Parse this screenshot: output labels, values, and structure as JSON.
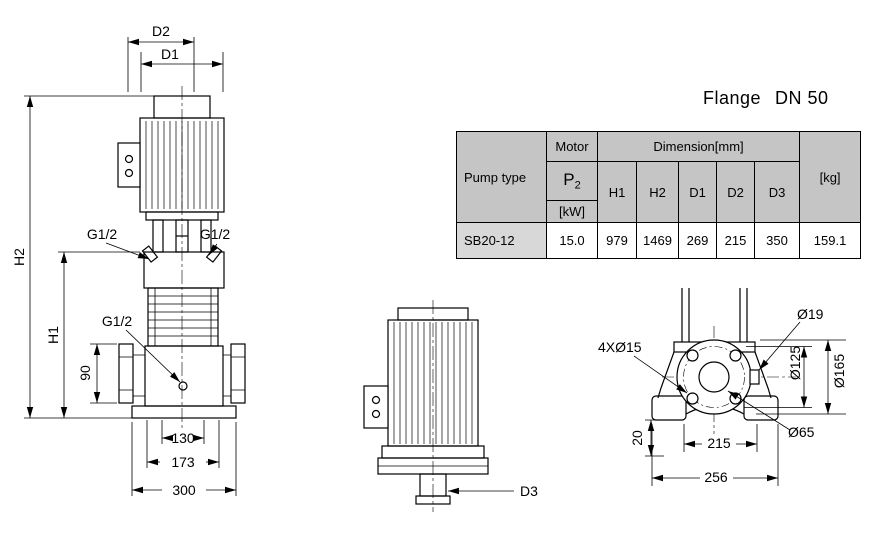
{
  "title": {
    "flange": "Flange",
    "dn": "DN 50"
  },
  "table": {
    "headers": {
      "pump_type": "Pump type",
      "motor": "Motor",
      "p": "P",
      "p_sub": "2",
      "kw": "[kW]",
      "dimension": "Dimension[mm]",
      "h1": "H1",
      "h2": "H2",
      "d1": "D1",
      "d2": "D2",
      "d3": "D3",
      "kg": "[kg]"
    },
    "row": {
      "pump_type": "SB20-12",
      "p2": "15.0",
      "h1": "979",
      "h2": "1469",
      "d1": "269",
      "d2": "215",
      "d3": "350",
      "kg": "159.1"
    }
  },
  "front_view": {
    "d2": "D2",
    "d1": "D1",
    "h2": "H2",
    "h1": "H1",
    "g12_left": "G1/2",
    "g12_right": "G1/2",
    "g12_drain": "G1/2",
    "dim90": "90",
    "dim130": "130",
    "dim173": "173",
    "dim300": "300"
  },
  "side_view": {
    "d3": "D3"
  },
  "base_view": {
    "holes": "4XØ15",
    "d19": "Ø19",
    "d125": "Ø125",
    "d165": "Ø165",
    "d65": "Ø65",
    "dim20": "20",
    "dim215": "215",
    "dim256": "256"
  }
}
